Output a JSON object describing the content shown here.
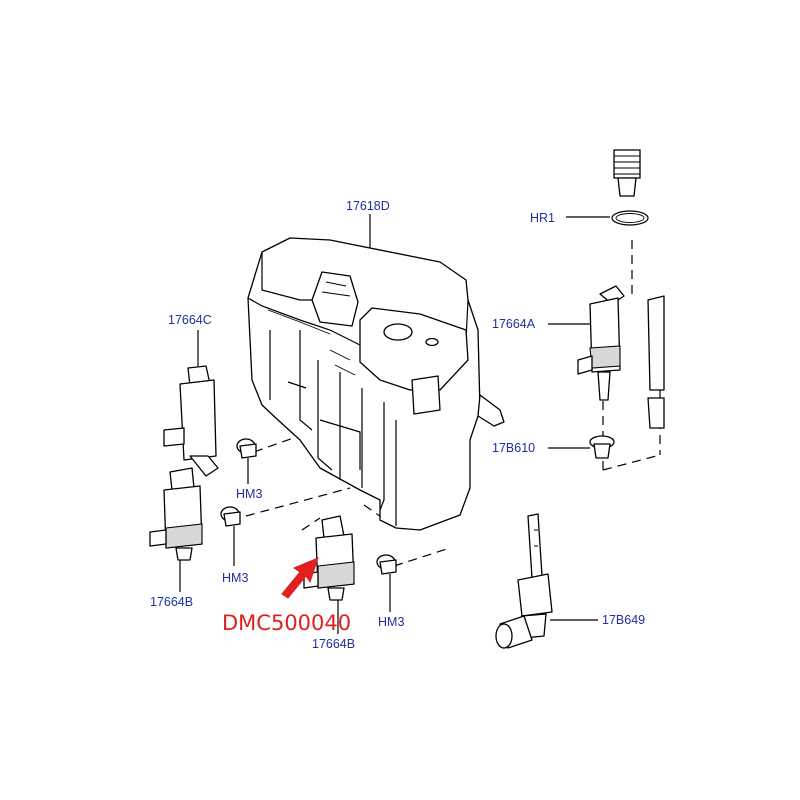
{
  "labels": {
    "tank": "17618D",
    "oring": "HR1",
    "pump_c": "17664C",
    "pump_a": "17664A",
    "grommet": "17B610",
    "hm3_a": "HM3",
    "hm3_b": "HM3",
    "hm3_c": "HM3",
    "pump_b_left": "17664B",
    "pump_b_center": "17664B",
    "sensor": "17B649",
    "highlight_part": "DMC500040"
  },
  "colors": {
    "label_blue": "#1f2f9e",
    "highlight_red": "#e02020",
    "line": "#000000",
    "background": "#ffffff"
  }
}
